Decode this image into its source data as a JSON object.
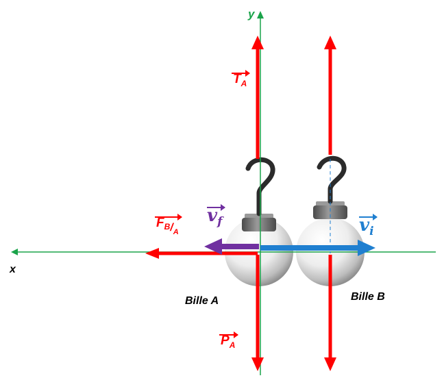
{
  "axes": {
    "x_label": "x",
    "y_label": "y"
  },
  "balls": {
    "a_label": "Bille A",
    "b_label": "Bille B"
  },
  "vectors": {
    "tension": {
      "main": "T",
      "sub": "A"
    },
    "weight": {
      "main": "P",
      "sub": "A"
    },
    "force": {
      "main": "F",
      "sub": "B",
      "sub2": "A"
    },
    "v_final": {
      "main": "v",
      "sub": "f"
    },
    "v_initial": {
      "main": "v",
      "sub": "i"
    }
  },
  "colors": {
    "axis": "#1aa34a",
    "force": "#ff0000",
    "v_final": "#7030a0",
    "v_initial": "#1f7fd0",
    "hook": "#2b2b2b",
    "cap": "#666666"
  }
}
